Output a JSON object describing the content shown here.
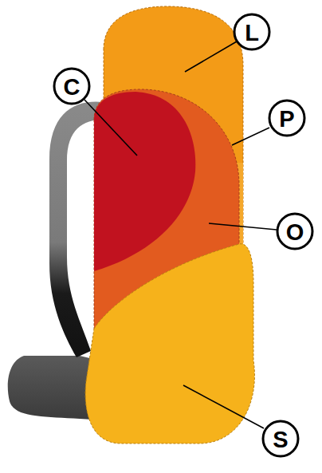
{
  "diagram": {
    "labels": [
      "L",
      "C",
      "P",
      "O",
      "S"
    ]
  }
}
